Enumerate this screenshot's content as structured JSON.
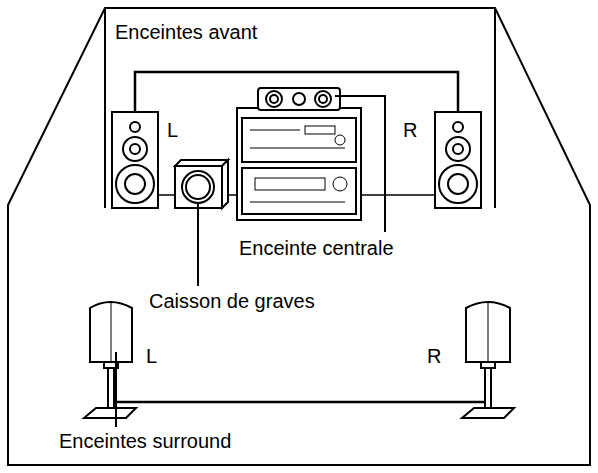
{
  "diagram": {
    "labels": [
      "Enceintes avant",
      "L",
      "R",
      "Enceinte centrale",
      "Caisson de graves",
      "L",
      "R",
      "Enceintes surround"
    ]
  }
}
